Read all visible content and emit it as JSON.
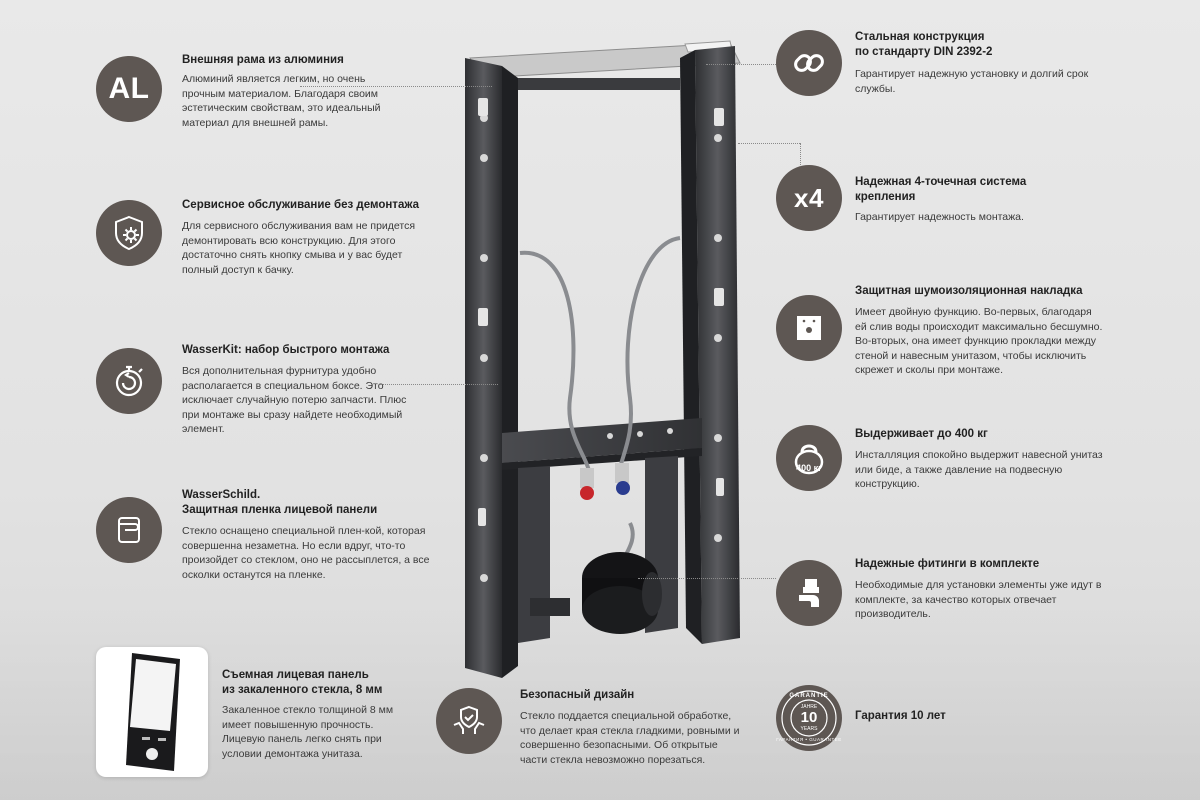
{
  "features": {
    "aluminium": {
      "icon_text": "AL",
      "title": "Внешняя рама из алюминия",
      "desc": "Алюминий является легким, но очень прочным материалом. Благодаря своим эстетическим свойствам, это идеальный материал для внешней рамы."
    },
    "service": {
      "title": "Сервисное обслуживание без демонтажа",
      "desc": "Для сервисного обслуживания вам не придется демонтировать всю конструкцию. Для этого достаточно снять кнопку смыва и у вас будет полный доступ к бачку."
    },
    "wasserkit": {
      "title": "WasserKit:  набор быстрого монтажа",
      "desc": "Вся дополнительная фурнитура удобно располагается в специальном боксе. Это исключает случайную потерю запчасти. Плюс при монтаже вы сразу найдете необходимый элемент."
    },
    "wasserschild": {
      "title": "WasserSchild.\nЗащитная пленка лицевой панели",
      "desc": "Стекло оснащено специальной плен-кой, которая совершенна незаметна. Но если вдруг,  что-то произойдет со стеклом, оно не рассыплется, а все осколки останутся на пленке."
    },
    "glass_panel": {
      "title": "Съемная лицевая панель\nиз закаленного стекла, 8 мм",
      "desc": "Закаленное стекло толщиной 8 мм имеет повышенную прочность. Лицевую панель легко снять при условии демонтажа унитаза."
    },
    "safe_design": {
      "title": "Безопасный дизайн",
      "desc": "Стекло поддается специальной обработке, что делает края стекла гладкими, ровными и совершенно безопасными. Об открытые части стекла невозможно порезаться."
    },
    "steel": {
      "title": "Стальная конструкция\nпо стандарту DIN 2392-2",
      "desc": "Гарантирует надежную установку и долгий срок службы."
    },
    "four_point": {
      "icon_text": "x4",
      "title": "Надежная 4-точечная система\nкрепления",
      "desc": "Гарантирует надежность монтажа."
    },
    "noise": {
      "title": "Защитная шумоизоляционная накладка",
      "desc": "Имеет двойную функцию. Во-первых, благодаря ей слив воды происходит максимально бесшумно. Во-вторых, она имеет функцию прокладки между стеной и навесным унитазом, чтобы исключить скрежет и сколы при монтаже."
    },
    "load": {
      "icon_text": "400 кг",
      "title": "Выдерживает до 400 кг",
      "desc": "Инсталляция спокойно выдержит навесной унитаз или биде, а также давление на подвесную конструкцию."
    },
    "fittings": {
      "title": "Надежные фитинги в комплекте",
      "desc": "Необходимые для установки элементы уже идут в комплекте, за качество которых отвечает производитель."
    },
    "warranty": {
      "badge_top": "GARANTIE",
      "badge_jahre": "JAHRE",
      "badge_num": "10",
      "badge_years": "YEARS",
      "badge_bottom": "ГАРАНТИЯ • GUARANTEE",
      "title": "Гарантия 10 лет"
    }
  },
  "colors": {
    "icon_bg": "#5e5753",
    "frame": "#3c3d40",
    "background": "#e6e6e6"
  },
  "icons": [
    "aluminium-icon",
    "shield-gear-icon",
    "stopwatch-icon",
    "glass-panel-icon",
    "hands-shield-icon",
    "chain-link-icon",
    "x4-icon",
    "wall-plate-icon",
    "kettlebell-icon",
    "pipe-fitting-icon",
    "warranty-seal-icon"
  ]
}
